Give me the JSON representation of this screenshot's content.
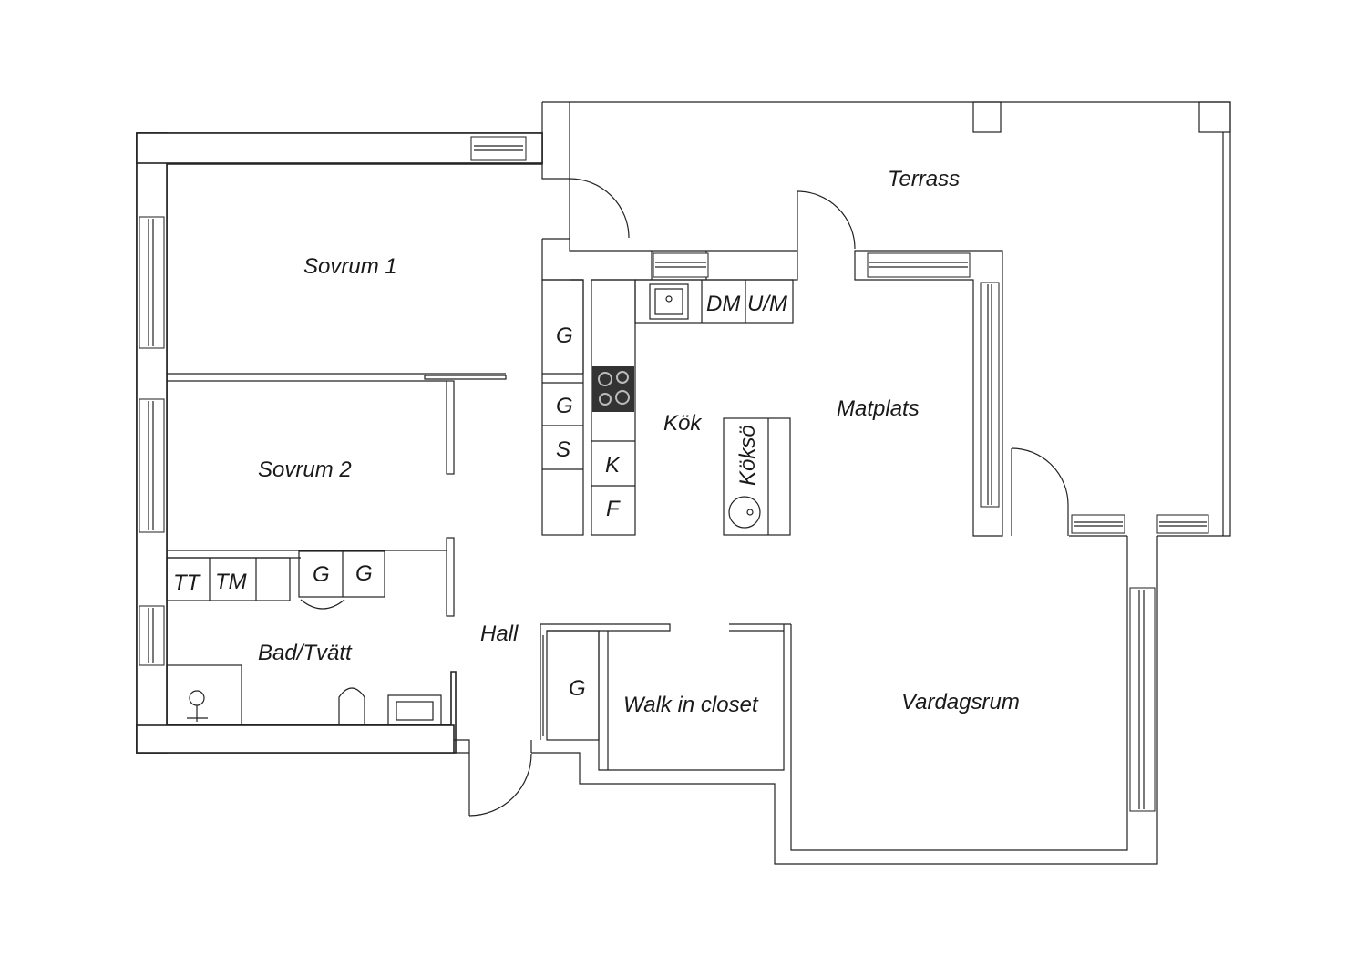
{
  "rooms": {
    "terrass": "Terrass",
    "sovrum1": "Sovrum 1",
    "sovrum2": "Sovrum 2",
    "kok": "Kök",
    "matplats": "Matplats",
    "hall": "Hall",
    "bad_tvatt": "Bad/Tvätt",
    "walk_in_closet": "Walk in closet",
    "vardagsrum": "Vardagsrum"
  },
  "fixtures": {
    "dm": "DM",
    "um": "U/M",
    "g_kitchen_1": "G",
    "g_kitchen_2": "G",
    "s": "S",
    "k": "K",
    "f": "F",
    "koksö": "Köksö",
    "tt": "TT",
    "tm": "TM",
    "g_bath_1": "G",
    "g_bath_2": "G",
    "g_hall": "G"
  },
  "colors": {
    "line": "#222222",
    "background": "#ffffff",
    "stove": "#333333"
  }
}
